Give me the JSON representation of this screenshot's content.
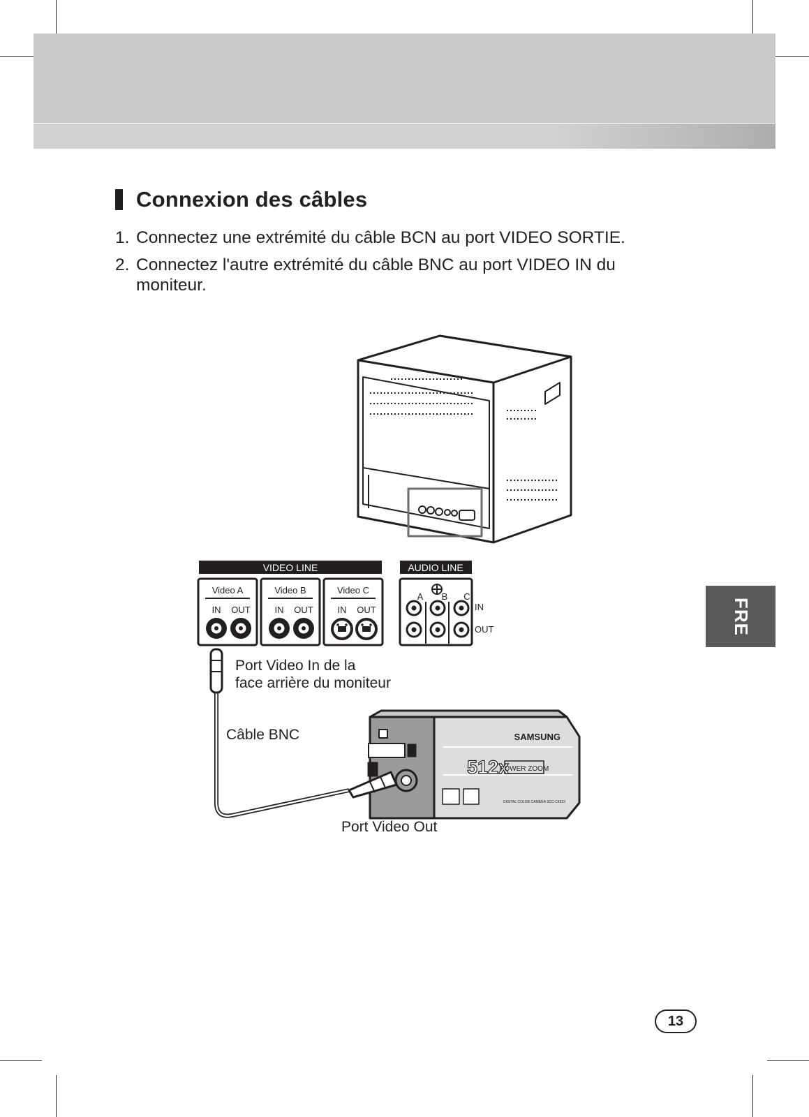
{
  "section": {
    "title": "Connexion des câbles",
    "steps": [
      {
        "number": "1.",
        "text": "Connectez une extrémité du câble BCN au port VIDEO SORTIE."
      },
      {
        "number": "2.",
        "text": "Connectez l'autre extrémité du câble BNC au port VIDEO IN du moniteur."
      }
    ]
  },
  "diagram": {
    "video_line_header": "VIDEO LINE",
    "audio_line_header": "AUDIO LINE",
    "video_groups": [
      "Video A",
      "Video B",
      "Video C"
    ],
    "port_in": "IN",
    "port_out": "OUT",
    "audio_channels": [
      "A",
      "B",
      "C"
    ],
    "audio_in": "IN",
    "audio_out": "OUT",
    "monitor_port_label_line1": "Port Video In de la",
    "monitor_port_label_line2": "face arrière du moniteur",
    "cable_label": "Câble BNC",
    "camera_port_label": "Port Video Out",
    "camera_brand": "SAMSUNG",
    "camera_zoom": "512x",
    "camera_zoom_label": "POWER ZOOM",
    "camera_model": "DIGITAL COLOR CAMERA SCC-C4333"
  },
  "language_tab": "FRE",
  "page_number": "13"
}
